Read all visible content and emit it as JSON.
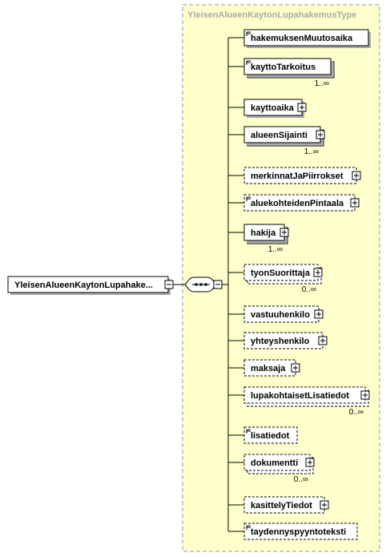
{
  "type_title": "YleisenAlueenKaytonLupahakemusType",
  "root": {
    "label": "YleisenAlueenKaytonLupahake..."
  },
  "elements": [
    {
      "label": "hakemuksenMuutosaika",
      "optional": false,
      "expandable": false,
      "has_doc": true,
      "repeated": false,
      "cardinality": ""
    },
    {
      "label": "kayttoTarkoitus",
      "optional": false,
      "expandable": false,
      "has_doc": true,
      "repeated": true,
      "cardinality": "1..∞"
    },
    {
      "label": "kayttoaika",
      "optional": false,
      "expandable": true,
      "has_doc": false,
      "repeated": false,
      "cardinality": ""
    },
    {
      "label": "alueenSijainti",
      "optional": false,
      "expandable": true,
      "has_doc": false,
      "repeated": true,
      "cardinality": "1..∞"
    },
    {
      "label": "merkinnatJaPiirrokset",
      "optional": true,
      "expandable": true,
      "has_doc": false,
      "repeated": false,
      "cardinality": ""
    },
    {
      "label": "aluekohteidenPintaala",
      "optional": true,
      "expandable": true,
      "has_doc": true,
      "repeated": false,
      "cardinality": ""
    },
    {
      "label": "hakija",
      "optional": false,
      "expandable": true,
      "has_doc": false,
      "repeated": true,
      "cardinality": "1..∞"
    },
    {
      "label": "tyonSuorittaja",
      "optional": true,
      "expandable": true,
      "has_doc": false,
      "repeated": true,
      "cardinality": "0..∞"
    },
    {
      "label": "vastuuhenkilo",
      "optional": true,
      "expandable": true,
      "has_doc": false,
      "repeated": false,
      "cardinality": ""
    },
    {
      "label": "yhteyshenkilo",
      "optional": true,
      "expandable": true,
      "has_doc": false,
      "repeated": false,
      "cardinality": ""
    },
    {
      "label": "maksaja",
      "optional": true,
      "expandable": true,
      "has_doc": false,
      "repeated": false,
      "cardinality": ""
    },
    {
      "label": "lupakohtaisetLisatiedot",
      "optional": true,
      "expandable": true,
      "has_doc": false,
      "repeated": true,
      "cardinality": "0..∞"
    },
    {
      "label": "lisatiedot",
      "optional": true,
      "expandable": false,
      "has_doc": true,
      "repeated": false,
      "cardinality": ""
    },
    {
      "label": "dokumentti",
      "optional": true,
      "expandable": true,
      "has_doc": false,
      "repeated": true,
      "cardinality": "0..∞"
    },
    {
      "label": "kasittelyTiedot",
      "optional": true,
      "expandable": true,
      "has_doc": false,
      "repeated": false,
      "cardinality": ""
    },
    {
      "label": "taydennyspyyntoteksti",
      "optional": true,
      "expandable": false,
      "has_doc": true,
      "repeated": false,
      "cardinality": ""
    }
  ],
  "colors": {
    "type_fill": "#ffffcc",
    "type_border": "#999999",
    "type_title": "#aaaaaa",
    "box_fill": "#ffffff",
    "box_border": "#000000",
    "shadow": "#aaaaaa",
    "text": "#000000"
  }
}
